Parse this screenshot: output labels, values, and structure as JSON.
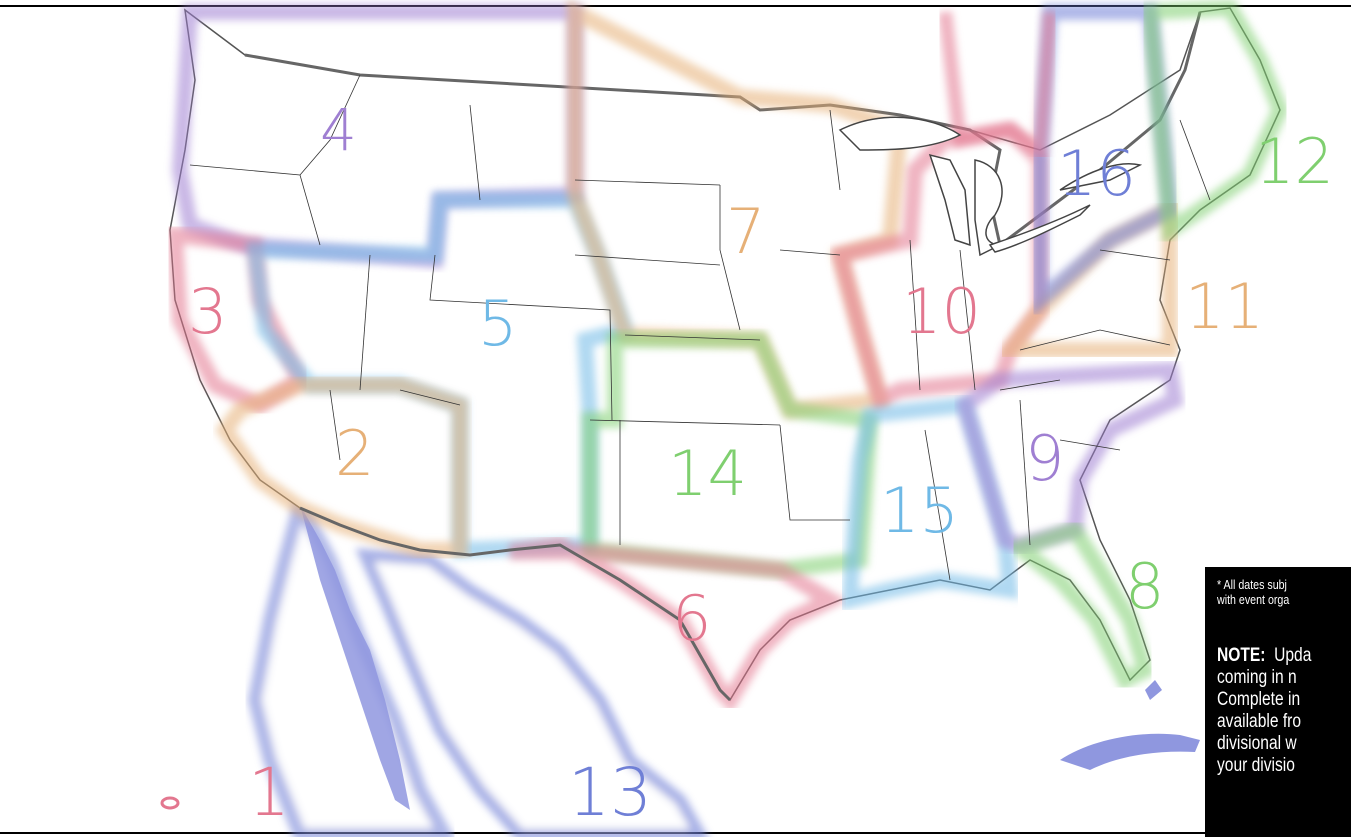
{
  "map": {
    "divisions": [
      {
        "label": "1",
        "color": "#6f7fd6"
      },
      {
        "label": "2",
        "color": "#e6b077"
      },
      {
        "label": "3",
        "color": "#e3778f"
      },
      {
        "label": "4",
        "color": "#9f7fd2"
      },
      {
        "label": "5",
        "color": "#6fb9e6"
      },
      {
        "label": "6",
        "color": "#e3778f"
      },
      {
        "label": "7",
        "color": "#e6b077"
      },
      {
        "label": "8",
        "color": "#7fcf6f"
      },
      {
        "label": "9",
        "color": "#9f7fd2"
      },
      {
        "label": "10",
        "color": "#e3778f"
      },
      {
        "label": "11",
        "color": "#e6b077"
      },
      {
        "label": "12",
        "color": "#7fcf6f"
      },
      {
        "label": "13",
        "color": "#6f7fd6"
      },
      {
        "label": "14",
        "color": "#7fcf6f"
      },
      {
        "label": "15",
        "color": "#6fb9e6"
      },
      {
        "label": "16",
        "color": "#6f7fd6"
      }
    ]
  },
  "notes": {
    "disclaimer_line1": "* All dates subj",
    "disclaimer_line2": "with event orga",
    "note_label": "NOTE:",
    "note_line1": "Upda",
    "note_line2": "coming in n",
    "note_line3": "Complete in",
    "note_line4": "available fro",
    "note_line5": "divisional w",
    "note_line6": "your divisio"
  }
}
